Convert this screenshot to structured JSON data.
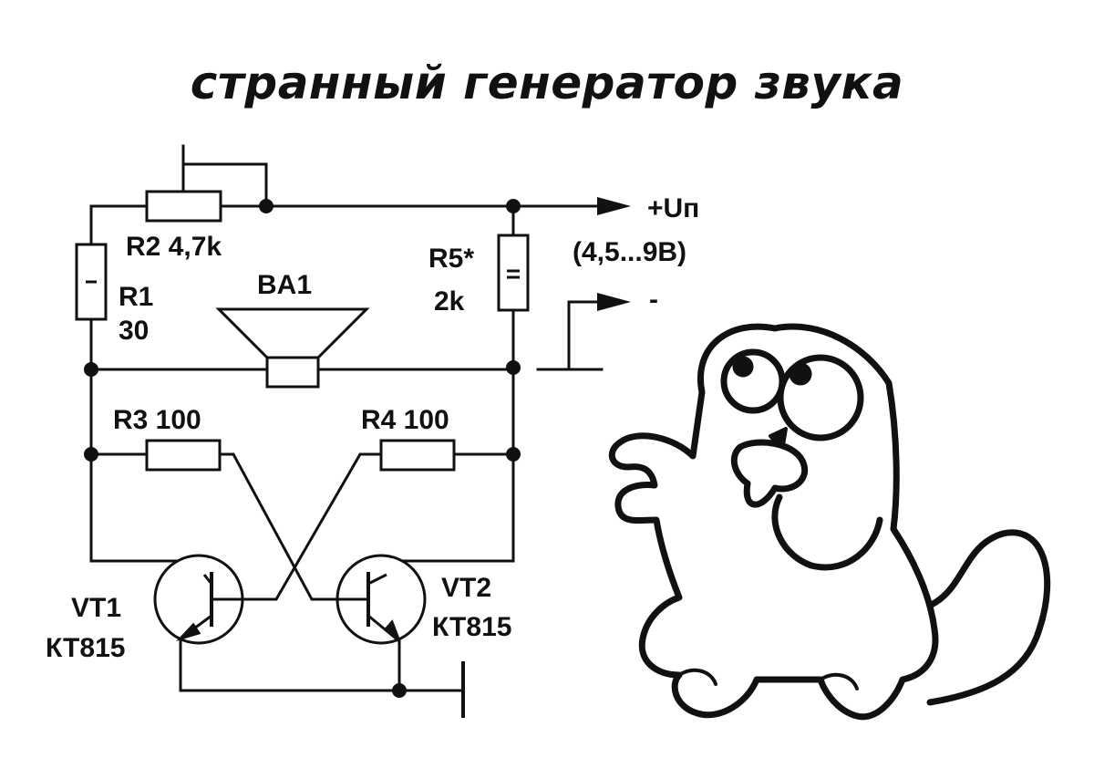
{
  "title": "странный генератор звука",
  "labels": {
    "r1_name": "R1",
    "r1_value": "30",
    "r2": "R2 4,7k",
    "r3": "R3 100",
    "r4": "R4 100",
    "r5_name": "R5*",
    "r5_value": "2k",
    "ba1": "BA1",
    "supply_plus": "+Uп",
    "supply_range": "(4,5...9В)",
    "supply_minus": "-",
    "vt1_name": "VT1",
    "vt1_type": "КТ815",
    "vt2_name": "VT2",
    "vt2_type": "КТ815"
  },
  "colors": {
    "ink": "#111111",
    "cat_fill": "#ffffff"
  }
}
